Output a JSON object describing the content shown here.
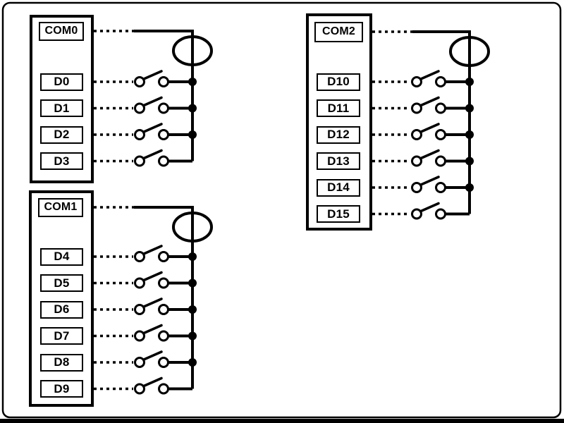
{
  "diagram": {
    "background_color": "#ffffff",
    "line_color": "#000000",
    "groups": [
      {
        "com_label": "COM0",
        "channels": [
          "D0",
          "D1",
          "D2",
          "D3"
        ]
      },
      {
        "com_label": "COM1",
        "channels": [
          "D4",
          "D5",
          "D6",
          "D7",
          "D8",
          "D9"
        ]
      },
      {
        "com_label": "COM2",
        "channels": [
          "D10",
          "D11",
          "D12",
          "D13",
          "D14",
          "D15"
        ]
      }
    ]
  }
}
